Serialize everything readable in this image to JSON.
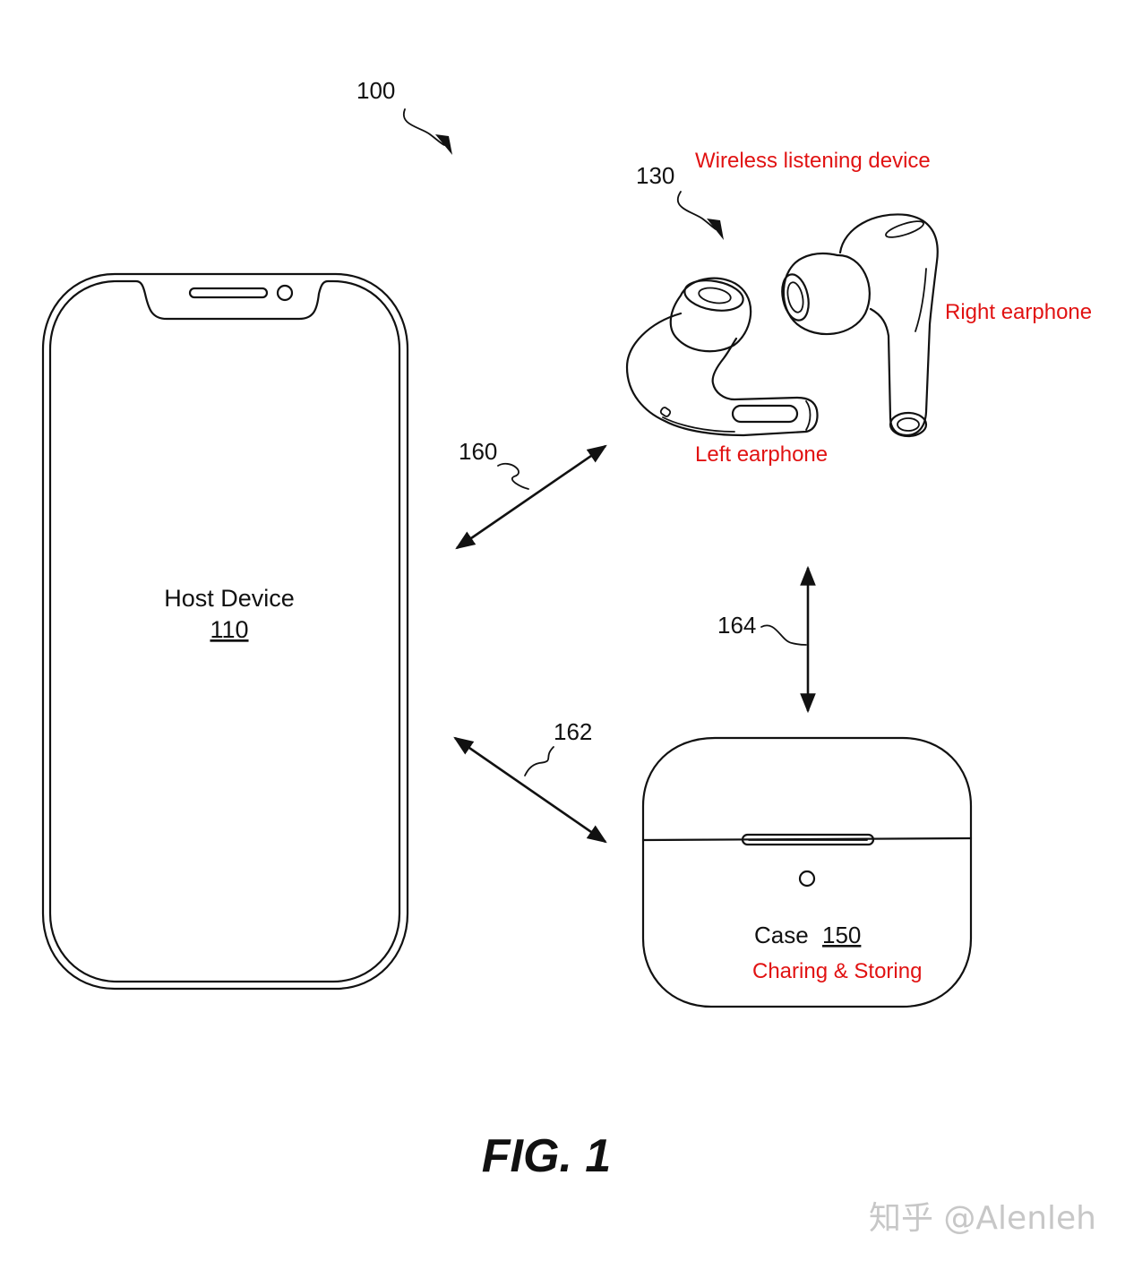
{
  "figure": {
    "ref_system": "100",
    "ref_wireless": "130",
    "wireless_label": "Wireless listening device",
    "right_label": "Right earphone",
    "left_label": "Left earphone",
    "host_label": "Host Device",
    "host_ref": "110",
    "ref_link_160": "160",
    "ref_link_162": "162",
    "ref_link_164": "164",
    "case_label": "Case",
    "case_ref": "150",
    "case_purpose": "Charing & Storing",
    "caption": "FIG. 1",
    "watermark": "知乎 @Alenleh"
  },
  "colors": {
    "annotation": "#e11212",
    "line": "#111111",
    "watermark": "#c7c7c7"
  }
}
